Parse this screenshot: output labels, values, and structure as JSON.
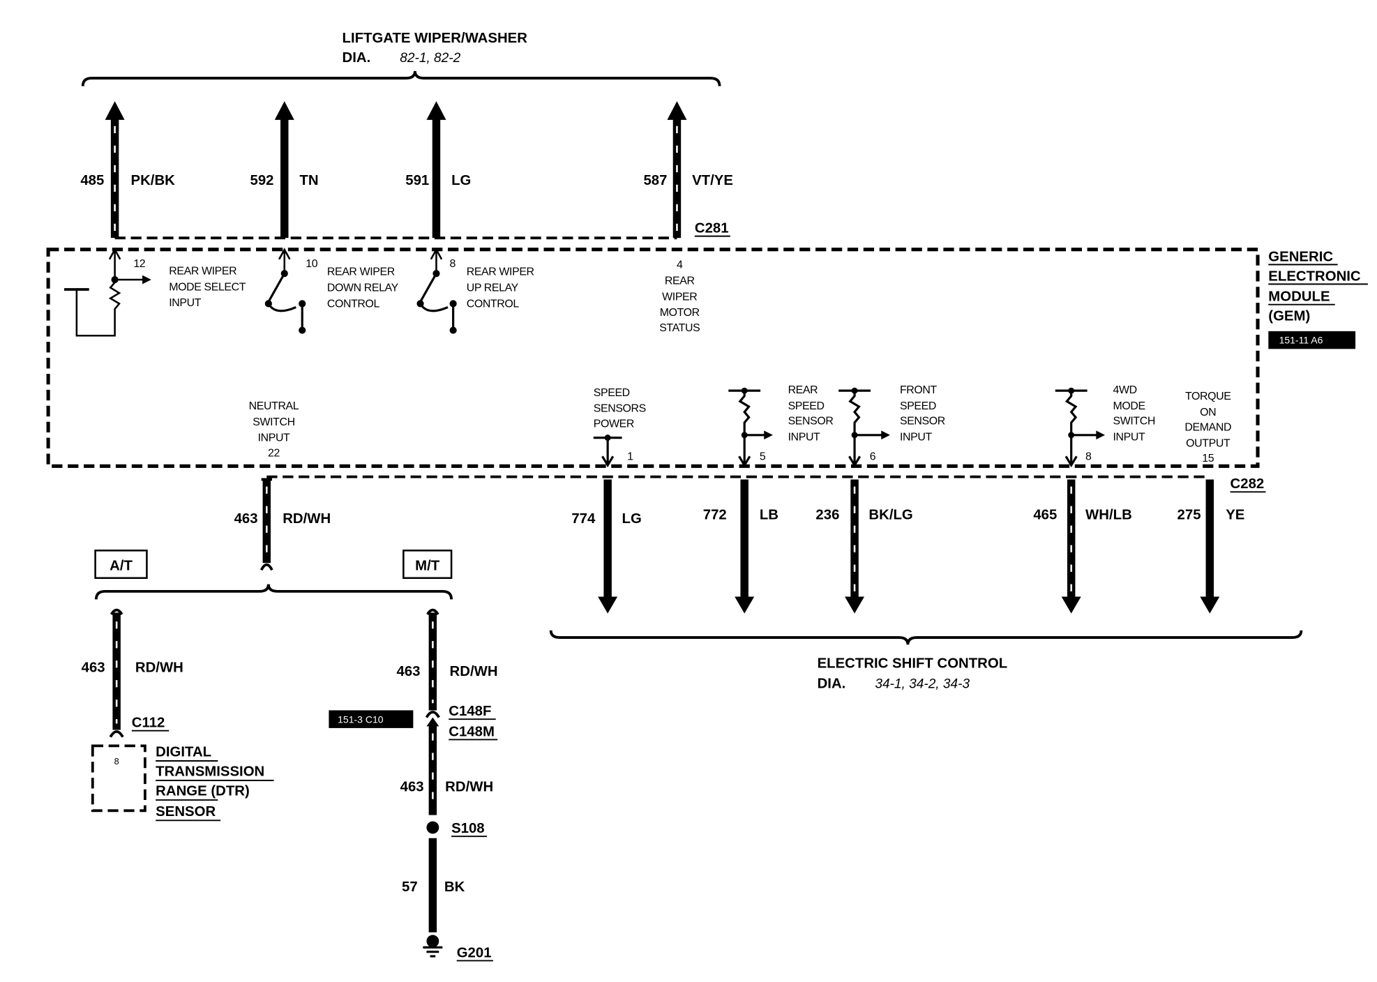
{
  "top": {
    "title": "LIFTGATE WIPER/WASHER",
    "dia": "DIA.",
    "pages": "82-1, 82-2"
  },
  "bottom": {
    "title": "ELECTRIC SHIFT CONTROL",
    "dia": "DIA.",
    "pages": "34-1, 34-2, 34-3"
  },
  "top_wires": [
    {
      "circuit": "485",
      "color": "PK/BK",
      "striped": true
    },
    {
      "circuit": "592",
      "color": "TN",
      "striped": false
    },
    {
      "circuit": "591",
      "color": "LG",
      "striped": false
    },
    {
      "circuit": "587",
      "color": "VT/YE",
      "striped": true
    }
  ],
  "connectors": {
    "top": "C281",
    "bottom": "C282",
    "c112": "C112",
    "c148f": "C148F",
    "c148m": "C148M",
    "splice": "S108",
    "ground": "G201"
  },
  "gem": {
    "title_lines": [
      "GENERIC",
      "ELECTRONIC",
      "MODULE",
      "(GEM)"
    ],
    "ref": "151-11 A6"
  },
  "pins": {
    "p12": {
      "num": "12",
      "label": [
        "REAR WIPER",
        "MODE SELECT",
        "INPUT"
      ]
    },
    "p10": {
      "num": "10",
      "label": [
        "REAR WIPER",
        "DOWN RELAY",
        "CONTROL"
      ]
    },
    "p8a": {
      "num": "8",
      "label": [
        "REAR WIPER",
        "UP RELAY",
        "CONTROL"
      ]
    },
    "p4": {
      "num": "4",
      "label": [
        "REAR",
        "WIPER",
        "MOTOR",
        "STATUS"
      ]
    },
    "p22": {
      "num": "22",
      "label": [
        "NEUTRAL",
        "SWITCH",
        "INPUT"
      ]
    },
    "p1": {
      "num": "1",
      "label": [
        "SPEED",
        "SENSORS",
        "POWER"
      ]
    },
    "p5": {
      "num": "5",
      "label": [
        "REAR",
        "SPEED",
        "SENSOR",
        "INPUT"
      ]
    },
    "p6": {
      "num": "6",
      "label": [
        "FRONT",
        "SPEED",
        "SENSOR",
        "INPUT"
      ]
    },
    "p8b": {
      "num": "8",
      "label": [
        "4WD",
        "MODE",
        "SWITCH",
        "INPUT"
      ]
    },
    "p15": {
      "num": "15",
      "label": [
        "TORQUE",
        "ON",
        "DEMAND",
        "OUTPUT"
      ]
    }
  },
  "bottom_wires": [
    {
      "circuit": "463",
      "color": "RD/WH",
      "striped": true
    },
    {
      "circuit": "774",
      "color": "LG",
      "striped": false
    },
    {
      "circuit": "772",
      "color": "LB",
      "striped": false
    },
    {
      "circuit": "236",
      "color": "BK/LG",
      "striped": true
    },
    {
      "circuit": "465",
      "color": "WH/LB",
      "striped": true
    },
    {
      "circuit": "275",
      "color": "YE",
      "striped": false
    }
  ],
  "variants": {
    "at": "A/T",
    "mt": "M/T"
  },
  "at_wire": {
    "circuit": "463",
    "color": "RD/WH"
  },
  "mt_wire1": {
    "circuit": "463",
    "color": "RD/WH"
  },
  "mt_wire2": {
    "circuit": "463",
    "color": "RD/WH"
  },
  "ground_wire": {
    "circuit": "57",
    "color": "BK"
  },
  "c148_ref": "151-3 C10",
  "dtr": {
    "pin": "8",
    "lines": [
      "DIGITAL",
      "TRANSMISSION",
      "RANGE (DTR)",
      "SENSOR"
    ]
  }
}
